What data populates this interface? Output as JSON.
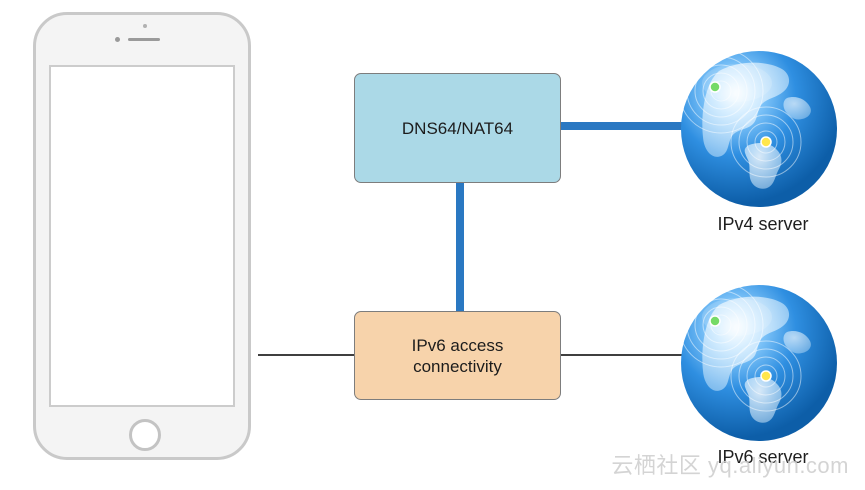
{
  "diagram": {
    "nodes": {
      "dns64": {
        "label": "DNS64/NAT64"
      },
      "ipv6_access": {
        "label": "IPv6 access\nconnectivity"
      },
      "ipv4_server": {
        "label": "IPv4 server"
      },
      "ipv6_server": {
        "label": "IPv6 server"
      }
    },
    "colors": {
      "dns64_fill": "#abd9e7",
      "ipv6_access_fill": "#f7d3ab",
      "blue_link": "#2a78c2",
      "gray_link": "#3f3f3f"
    },
    "icons": {
      "device": "iphone-icon",
      "server": "globe-icon"
    }
  },
  "watermark": {
    "text": "云栖社区 yq.aliyun.com"
  }
}
